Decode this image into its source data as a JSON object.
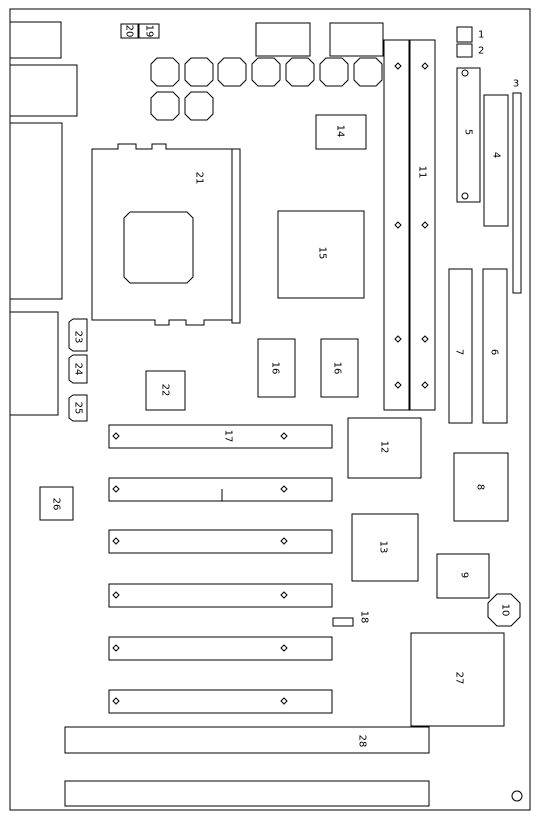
{
  "labels": {
    "l1": "1",
    "l2": "2",
    "l3": "3",
    "l4": "4",
    "l5": "5",
    "l6": "6",
    "l7": "7",
    "l8": "8",
    "l9": "9",
    "l10": "10",
    "l11": "11",
    "l12": "12",
    "l13": "13",
    "l14": "14",
    "l15": "15",
    "l16a": "16",
    "l16b": "16",
    "l17": "17",
    "l18": "18",
    "l19": "19",
    "l20": "20",
    "l21": "21",
    "l22": "22",
    "l23": "23",
    "l24": "24",
    "l25": "25",
    "l26": "26",
    "l27": "27",
    "l28": "28"
  },
  "colors": {
    "line": "#000000",
    "background": "#ffffff"
  }
}
